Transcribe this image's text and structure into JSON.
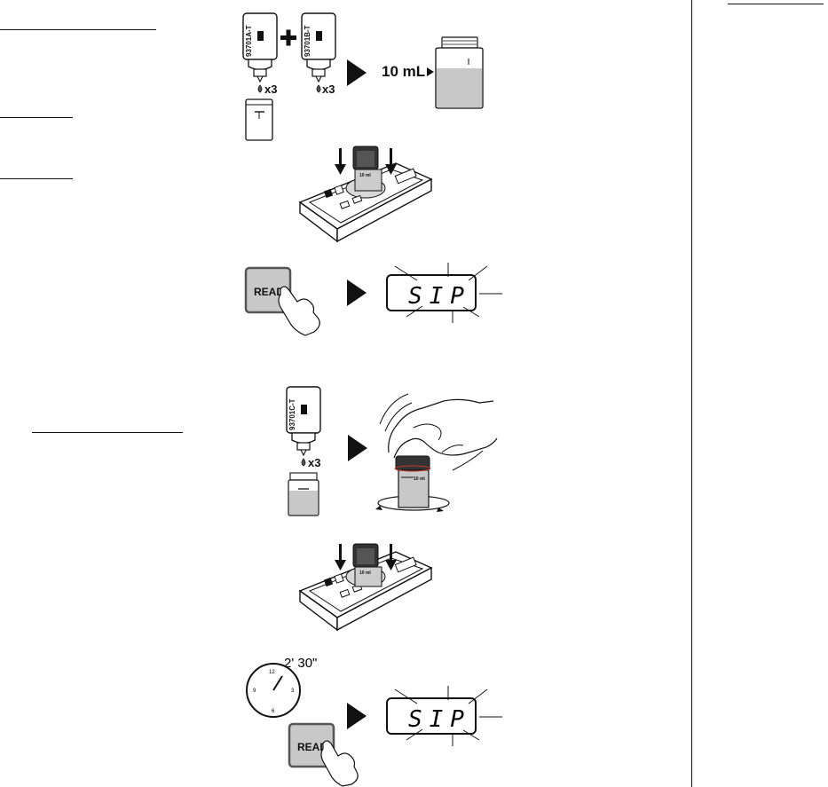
{
  "labels": {
    "reagent_a": "93701A-T",
    "reagent_b": "93701B-T",
    "reagent_c": "93701C-T",
    "drops_count": "x3",
    "volume": "10 mL",
    "cuvette_mark": "10 ml",
    "read_button": "READ",
    "display_text": "SIP",
    "timer": "2' 30\""
  },
  "icons": [
    "arrow-right-icon",
    "plus-icon",
    "drop-icon",
    "down-arrow-icon",
    "hand-pointer-icon",
    "clock-icon",
    "rotation-arrow-icon"
  ]
}
